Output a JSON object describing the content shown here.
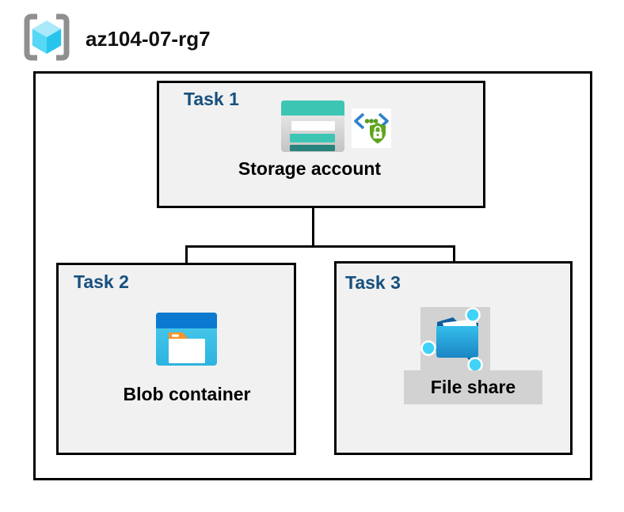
{
  "header": {
    "title": "az104-07-rg7",
    "icon": "azure-resource-group-icon"
  },
  "tasks": [
    {
      "label": "Task 1",
      "resource_label": "Storage account",
      "icons": [
        "storage-account-icon",
        "secure-api-lock-icon"
      ]
    },
    {
      "label": "Task 2",
      "resource_label": "Blob container",
      "icons": [
        "blob-container-icon"
      ]
    },
    {
      "label": "Task 3",
      "resource_label": "File share",
      "icons": [
        "file-share-icon"
      ]
    }
  ],
  "connections": [
    {
      "from": "Storage account",
      "to": "Blob container"
    },
    {
      "from": "Storage account",
      "to": "File share"
    }
  ],
  "colors": {
    "task_label": "#17507e",
    "task_box_fill": "#f1f1f1",
    "box_border": "#000000",
    "connector": "#000000",
    "storage_teal": "#3dc5b4",
    "storage_teal_dark": "#27837b",
    "blob_header_blue": "#0b79d0",
    "blob_body_cyan": "#3cc3e9",
    "folder_tab_orange": "#f79429",
    "fileshare_folder_blue": "#1f94d0",
    "fileshare_folder_dark": "#0f5d9e",
    "fileshare_node_cyan": "#3fd3f7",
    "fileshare_highlight_gray": "#d2d2d2",
    "rg_bracket_gray": "#8f8f8f",
    "rg_cube_light": "#a9e9fa",
    "rg_cube_mid": "#55d7f5",
    "rg_cube_dark": "#27c5ee",
    "api_bracket_blue": "#2e83cc",
    "api_dot_green": "#5b9b20",
    "shield_green": "#5fa51d"
  }
}
